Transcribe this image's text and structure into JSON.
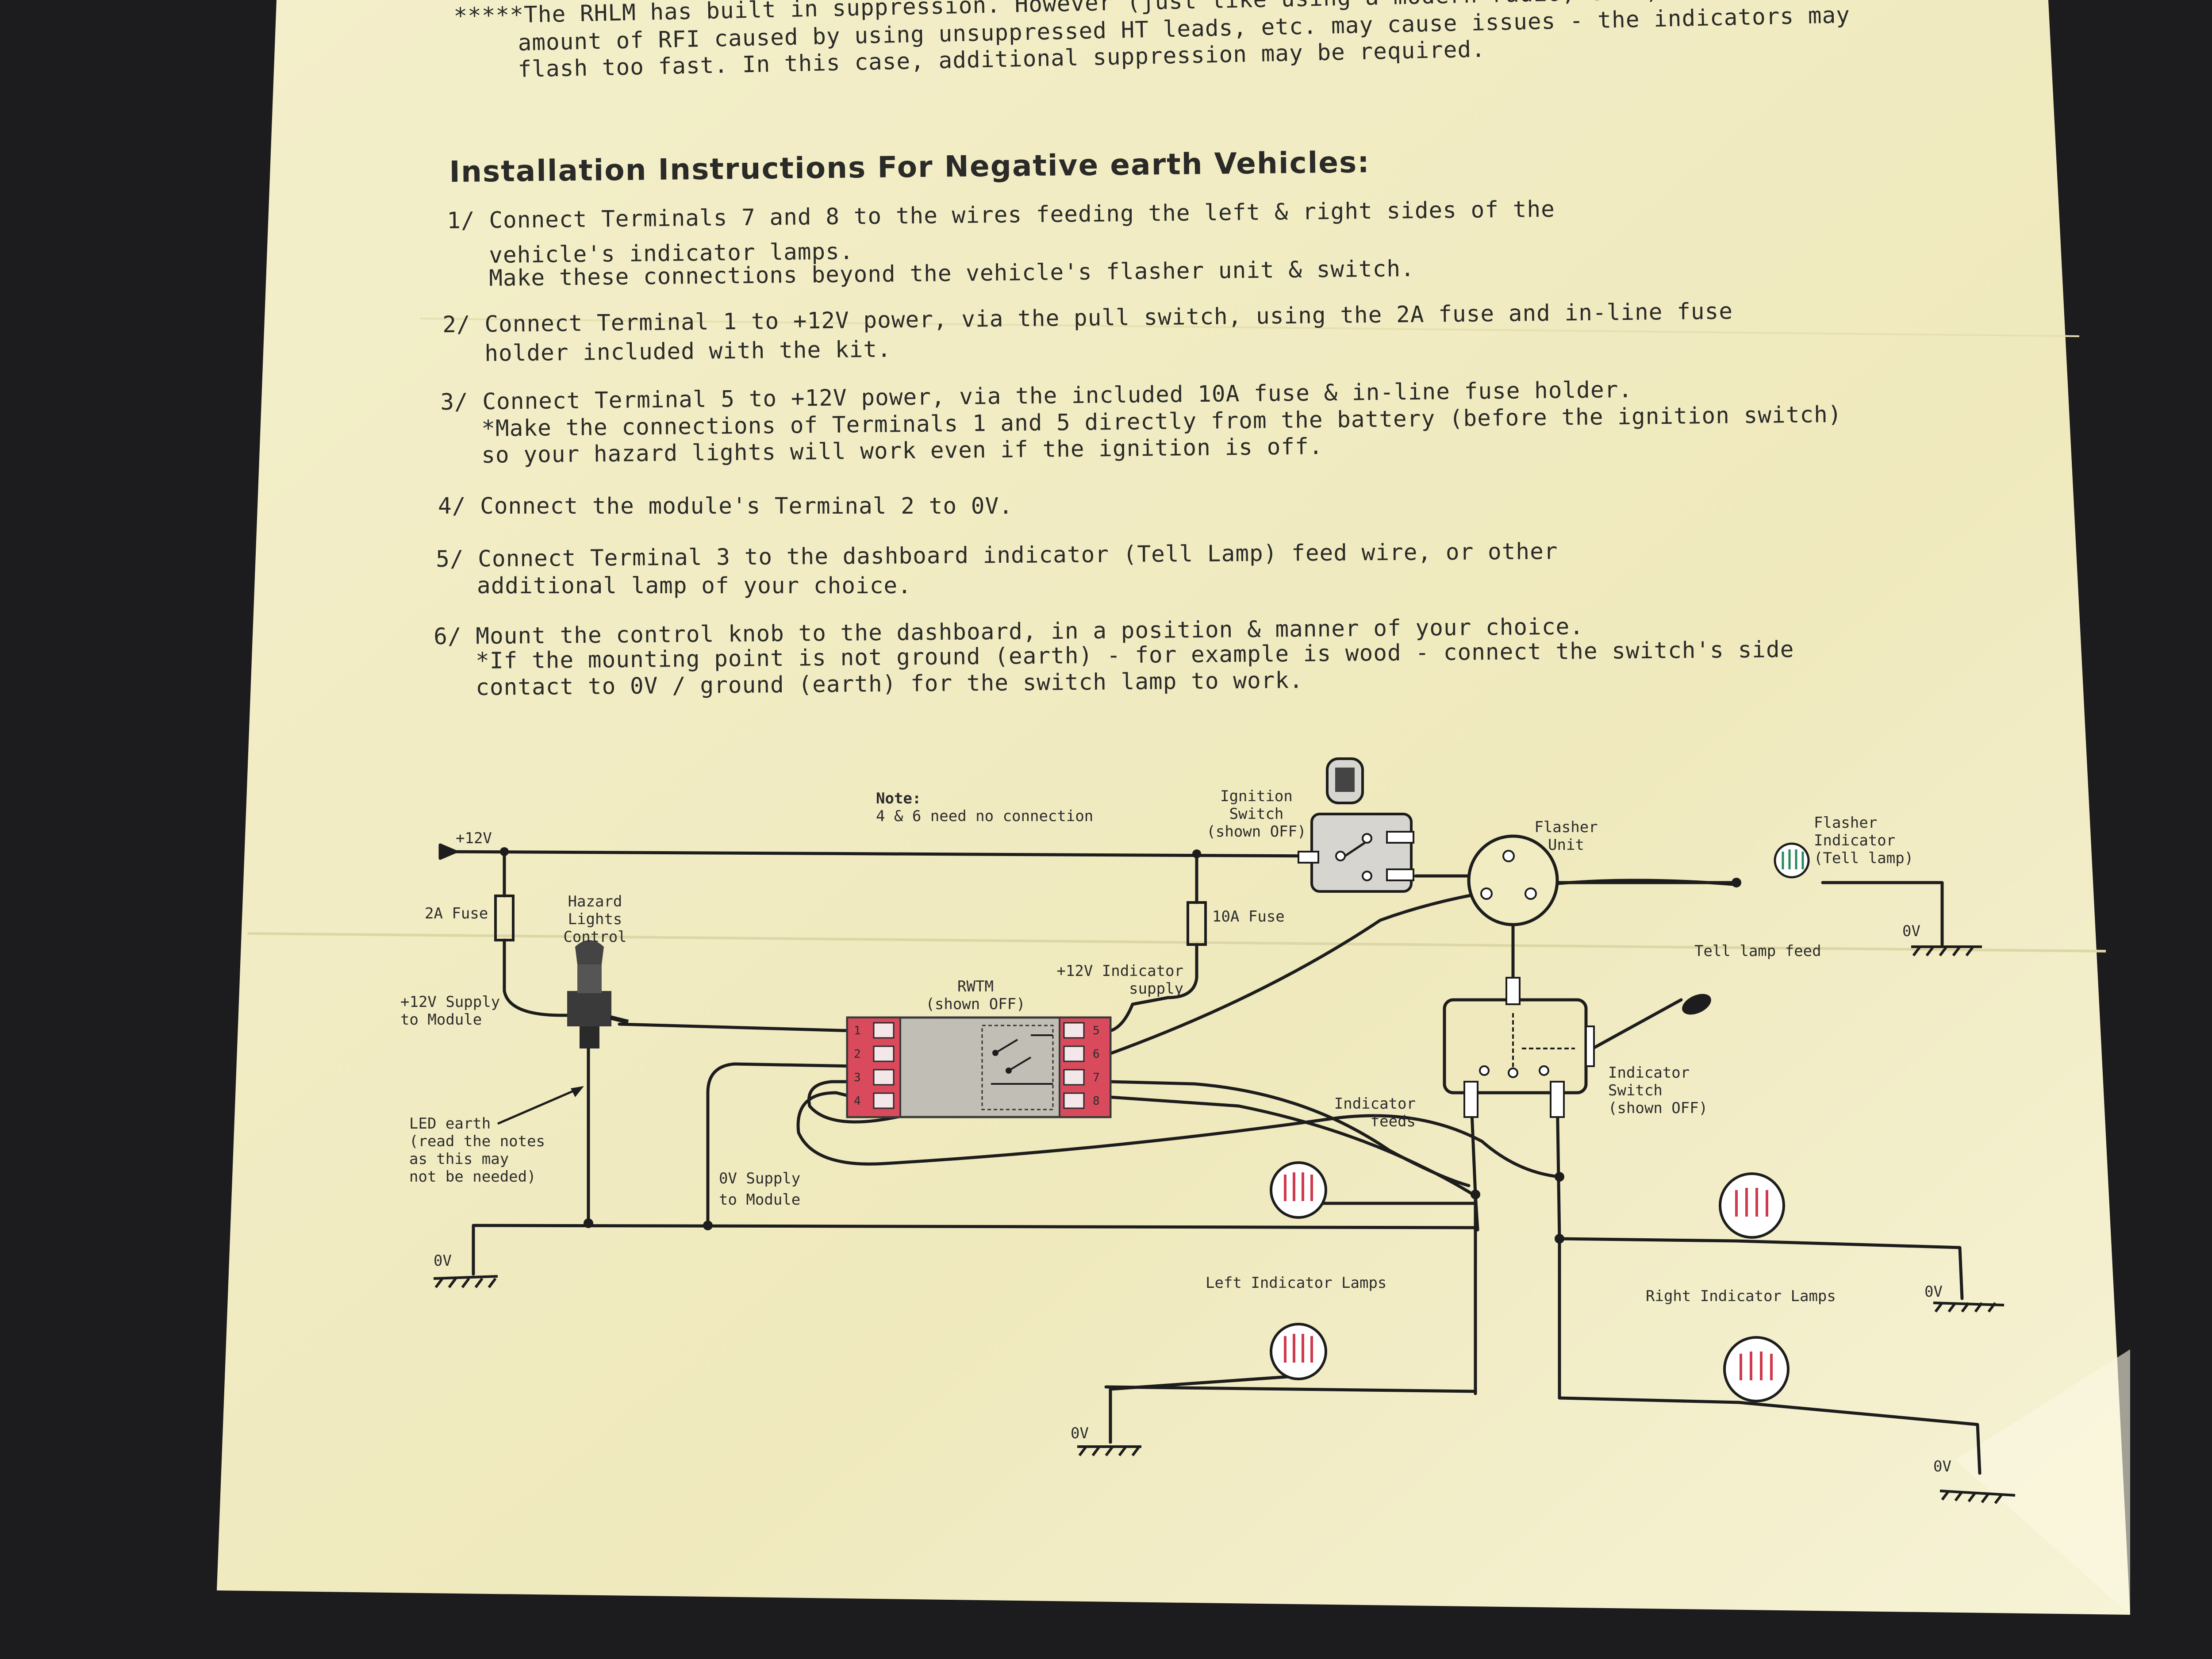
{
  "intro": {
    "lines": [
      "*****The RHLM has built in suppression. However (just like using a modern radio, etc.) the extra",
      "amount of RFI caused by using unsuppressed HT leads, etc. may cause issues - the indicators may",
      "flash too fast. In this case, additional suppression may be required."
    ]
  },
  "heading": "Installation Instructions For Negative earth Vehicles:",
  "steps": [
    {
      "lines": [
        "1/ Connect Terminals 7 and 8 to the wires feeding the left & right sides of the",
        "vehicle's indicator lamps.",
        "Make these connections beyond the vehicle's flasher unit & switch."
      ]
    },
    {
      "lines": [
        "2/ Connect Terminal 1 to +12V power, via the pull switch, using the 2A fuse and in-line fuse",
        "holder included with the kit."
      ]
    },
    {
      "lines": [
        "3/ Connect Terminal 5 to +12V power, via the included 10A fuse & in-line fuse holder.",
        "*Make the connections of Terminals 1 and 5 directly from the battery (before the ignition switch)",
        "so your hazard lights will work even if the ignition is off."
      ]
    },
    {
      "lines": [
        "4/ Connect the module's Terminal 2 to 0V."
      ]
    },
    {
      "lines": [
        "5/ Connect Terminal 3 to the dashboard indicator (Tell Lamp) feed wire, or other",
        "additional lamp of your choice."
      ]
    },
    {
      "lines": [
        "6/ Mount the control knob to the dashboard, in a position & manner of your choice.",
        "*If the mounting point is not ground (earth) - for example is wood - connect the switch's side",
        "contact to 0V / ground (earth) for the switch lamp to work."
      ]
    }
  ],
  "diagram": {
    "note_title": "Note:",
    "note_text": "4 & 6 need no connection",
    "plus12v": "+12V",
    "fuse_2a": "2A Fuse",
    "fuse_10a": "10A Fuse",
    "hazard_control": [
      "Hazard",
      "Lights",
      "Control"
    ],
    "supply_module": [
      "+12V Supply",
      "to Module"
    ],
    "led_earth": [
      "LED earth",
      "(read the notes",
      "as this may",
      "not be needed)"
    ],
    "zero_supply": [
      "0V Supply",
      "to Module"
    ],
    "rwtm": [
      "RWTM",
      "(shown OFF)"
    ],
    "indicator_supply": [
      "+12V Indicator",
      "supply"
    ],
    "ignition": [
      "Ignition",
      "Switch",
      "(shown OFF)"
    ],
    "flasher_unit": [
      "Flasher",
      "Unit"
    ],
    "flasher_indicator": [
      "Flasher",
      "Indicator",
      "(Tell lamp)"
    ],
    "tell_feed": "Tell lamp feed",
    "indicator_switch": [
      "Indicator",
      "Switch",
      "(shown OFF)"
    ],
    "indicator_feeds": [
      "Indicator",
      "feeds"
    ],
    "left_lamps": "Left Indicator Lamps",
    "right_lamps": "Right Indicator Lamps",
    "zero_v": "0V",
    "terminals_left": [
      "1",
      "2",
      "3",
      "4"
    ],
    "terminals_right": [
      "5",
      "6",
      "7",
      "8"
    ]
  },
  "colors": {
    "paper": "#f1ecc2",
    "ink": "#1d1d1d",
    "terminal_red": "#d84a5c",
    "module_grey": "#b9b6ae"
  }
}
